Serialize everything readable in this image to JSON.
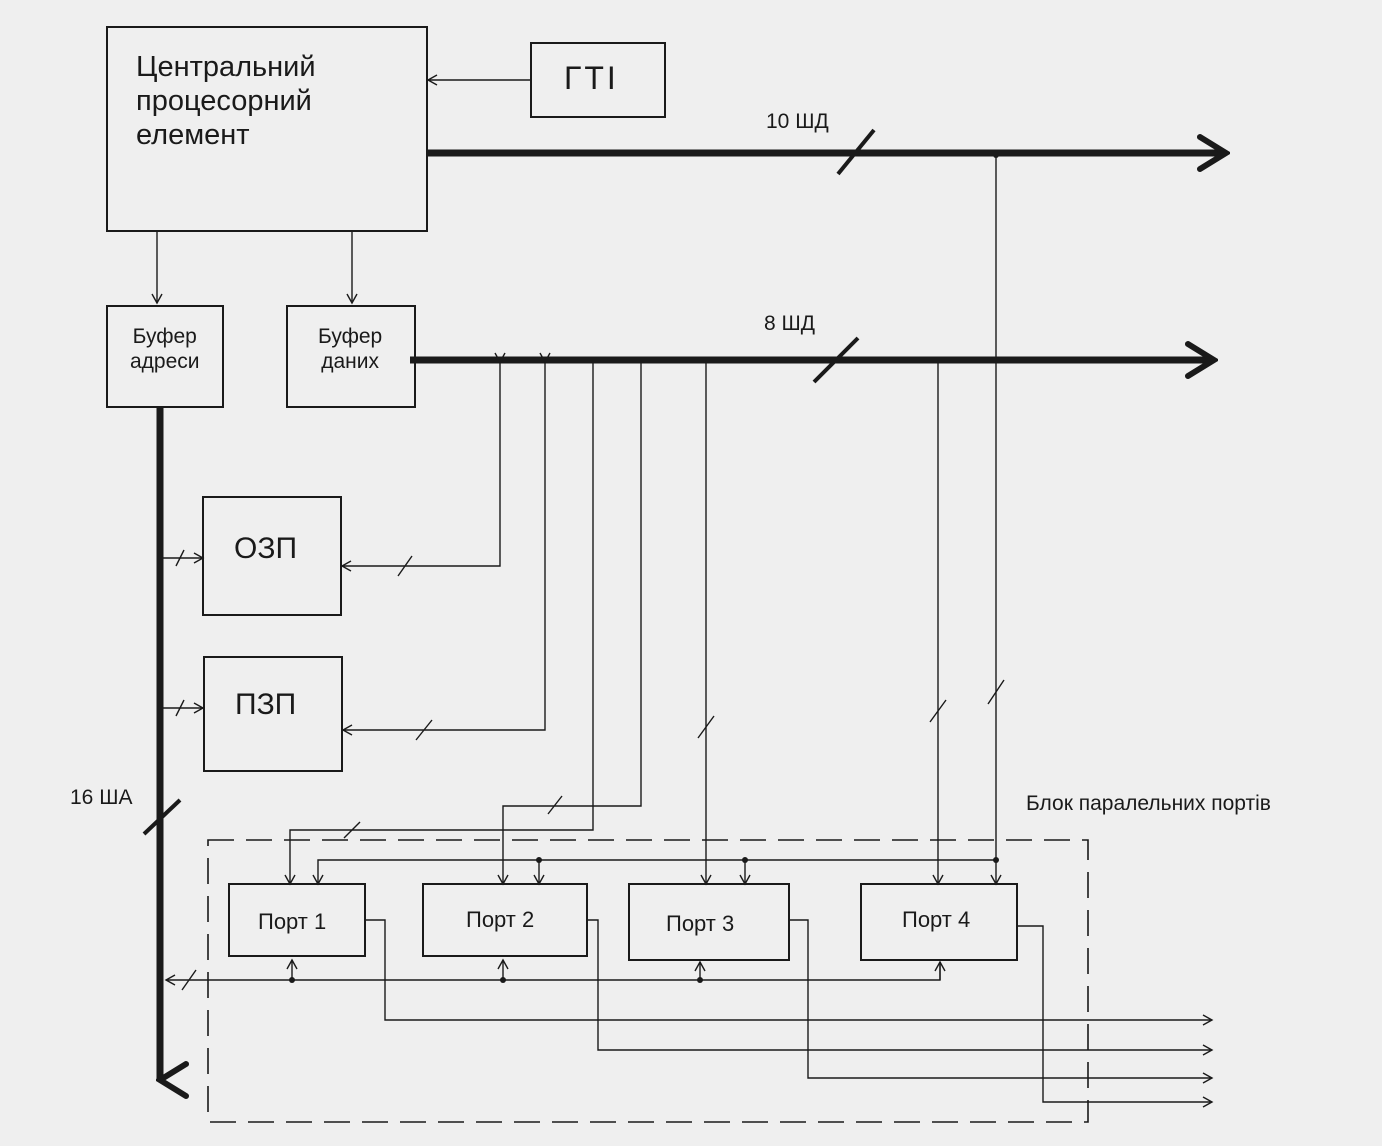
{
  "blocks": {
    "cpu": "Центральний\nпроцесорний\nелемент",
    "clock": "ГТІ",
    "addr_buffer": "Буфер\nадреси",
    "data_buffer": "Буфер\nданих",
    "ram": "ОЗП",
    "rom": "ПЗП",
    "port1": "Порт 1",
    "port2": "Порт 2",
    "port3": "Порт 3",
    "port4": "Порт 4"
  },
  "buses": {
    "control_bus": "10 ШД",
    "data_bus": "8 ШД",
    "address_bus": "16 ША"
  },
  "group_label": "Блок паралельних портів"
}
